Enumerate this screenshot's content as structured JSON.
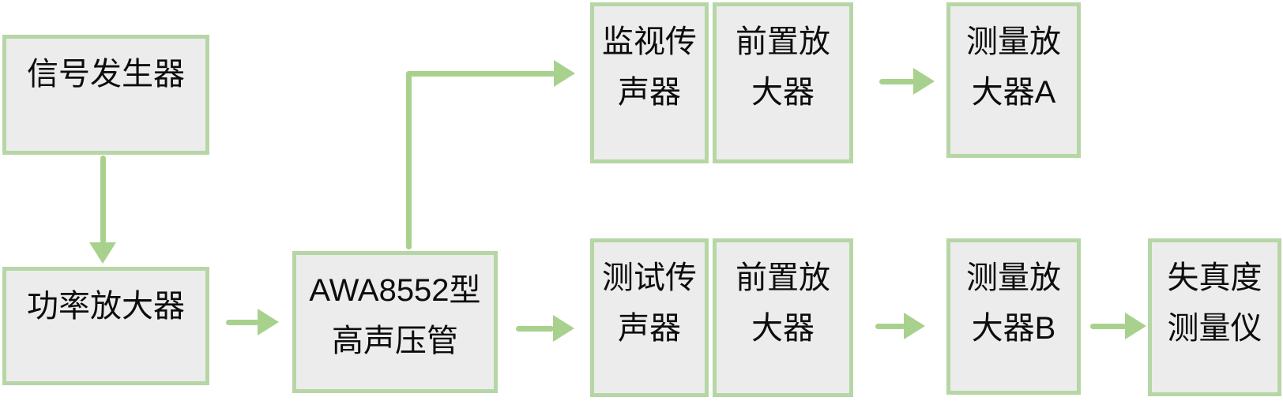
{
  "diagram": {
    "description": "Audio distortion measurement setup flowchart",
    "colors": {
      "border": "#b6d6a6",
      "fill": "#ececec",
      "arrow": "#a9d18e",
      "text": "#0d0d0d",
      "bg": "#ffffff"
    },
    "nodes": {
      "signal_generator": {
        "lines": [
          "信号发生器"
        ]
      },
      "power_amplifier": {
        "lines": [
          "功率放大器"
        ]
      },
      "high_pressure_tube": {
        "lines": [
          "AWA8552型",
          "高声压管"
        ]
      },
      "monitor_microphone": {
        "lines": [
          "监视传",
          "声器"
        ]
      },
      "preamplifier_top": {
        "lines": [
          "前置放",
          "大器"
        ]
      },
      "measuring_amplifier_a": {
        "lines": [
          "测量放",
          "大器A"
        ]
      },
      "test_microphone": {
        "lines": [
          "测试传",
          "声器"
        ]
      },
      "preamplifier_bottom": {
        "lines": [
          "前置放",
          "大器"
        ]
      },
      "measuring_amplifier_b": {
        "lines": [
          "测量放",
          "大器B"
        ]
      },
      "distortion_meter": {
        "lines": [
          "失真度",
          "测量仪"
        ]
      }
    },
    "edges": [
      {
        "from": "signal_generator",
        "to": "power_amplifier"
      },
      {
        "from": "power_amplifier",
        "to": "high_pressure_tube"
      },
      {
        "from": "high_pressure_tube",
        "to": "monitor_microphone"
      },
      {
        "from": "high_pressure_tube",
        "to": "test_microphone"
      },
      {
        "from": "preamplifier_top",
        "to": "measuring_amplifier_a"
      },
      {
        "from": "preamplifier_bottom",
        "to": "measuring_amplifier_b"
      },
      {
        "from": "measuring_amplifier_b",
        "to": "distortion_meter"
      }
    ]
  }
}
